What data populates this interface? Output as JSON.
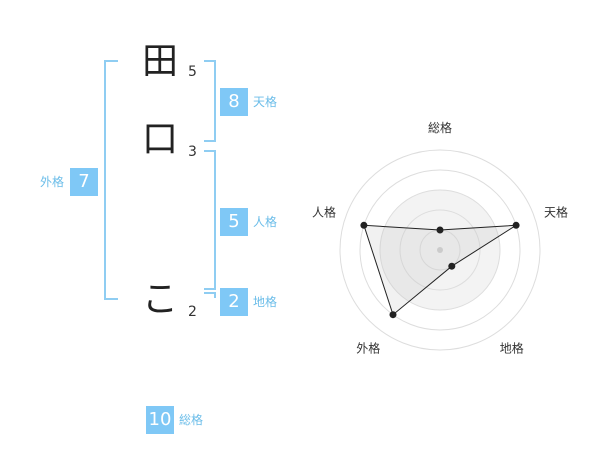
{
  "characters": [
    {
      "char": "田",
      "strokes": "5"
    },
    {
      "char": "口",
      "strokes": "3"
    },
    {
      "char": "こ",
      "strokes": "2"
    }
  ],
  "kaku": {
    "tenkaku": {
      "value": "8",
      "label": "天格"
    },
    "jinkaku": {
      "value": "5",
      "label": "人格"
    },
    "chikaku": {
      "value": "2",
      "label": "地格"
    },
    "gaikaku": {
      "value": "7",
      "label": "外格"
    },
    "soukaku": {
      "value": "10",
      "label": "総格"
    }
  },
  "colors": {
    "accent": "#7fc8f6",
    "bracket": "#8fcdf2",
    "label": "#6bbde9"
  },
  "chart_data": {
    "type": "radar",
    "axes": [
      "総格",
      "天格",
      "地格",
      "外格",
      "人格"
    ],
    "values": [
      1,
      4,
      1,
      4,
      4
    ],
    "max": 5
  }
}
